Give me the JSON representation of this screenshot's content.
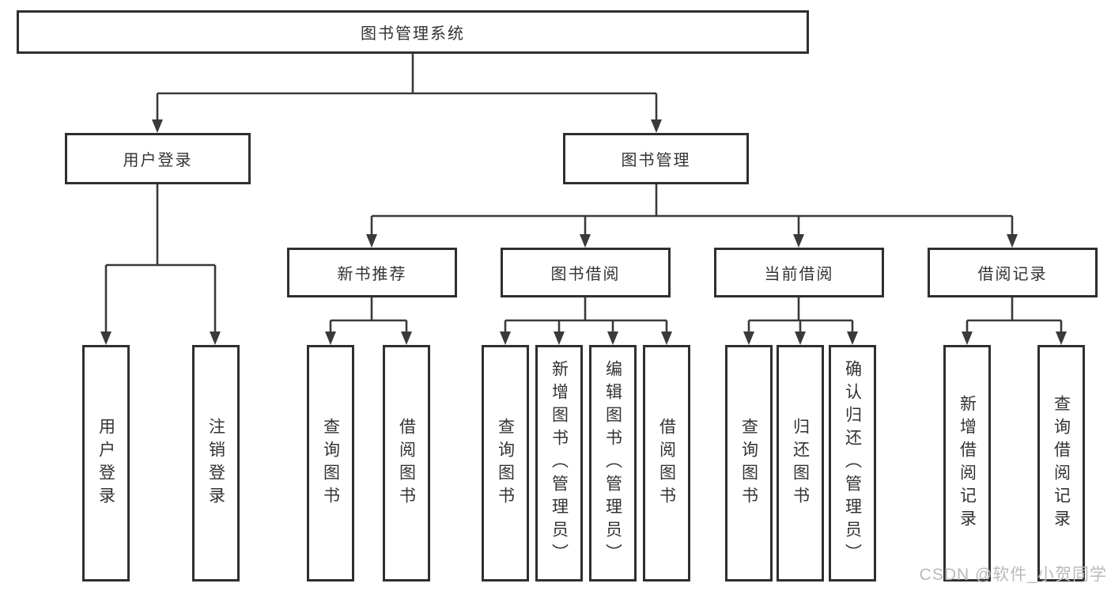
{
  "tree": {
    "root": {
      "label": "图书管理系统"
    },
    "branches": {
      "user_login": {
        "label": "用户登录",
        "leaves": [
          "用户登录",
          "注销登录"
        ]
      },
      "book_mgmt": {
        "label": "图书管理",
        "sections": {
          "new_books": {
            "label": "新书推荐",
            "leaves": [
              "查询图书",
              "借阅图书"
            ]
          },
          "book_borrow": {
            "label": "图书借阅",
            "leaves": [
              "查询图书",
              "新增图书（管理员）",
              "编辑图书（管理员）",
              "借阅图书"
            ]
          },
          "current_borrow": {
            "label": "当前借阅",
            "leaves": [
              "查询图书",
              "归还图书",
              "确认归还（管理员）"
            ]
          },
          "borrow_records": {
            "label": "借阅记录",
            "leaves": [
              "新增借阅记录",
              "查询借阅记录"
            ]
          }
        }
      }
    }
  },
  "watermark": {
    "text": "CSDN @软件_小贺同学"
  },
  "colors": {
    "line": "#3a3a3a",
    "box_border": "#2f2f2f",
    "text": "#333333",
    "watermark": "#b9b9b9",
    "background": "#ffffff"
  }
}
